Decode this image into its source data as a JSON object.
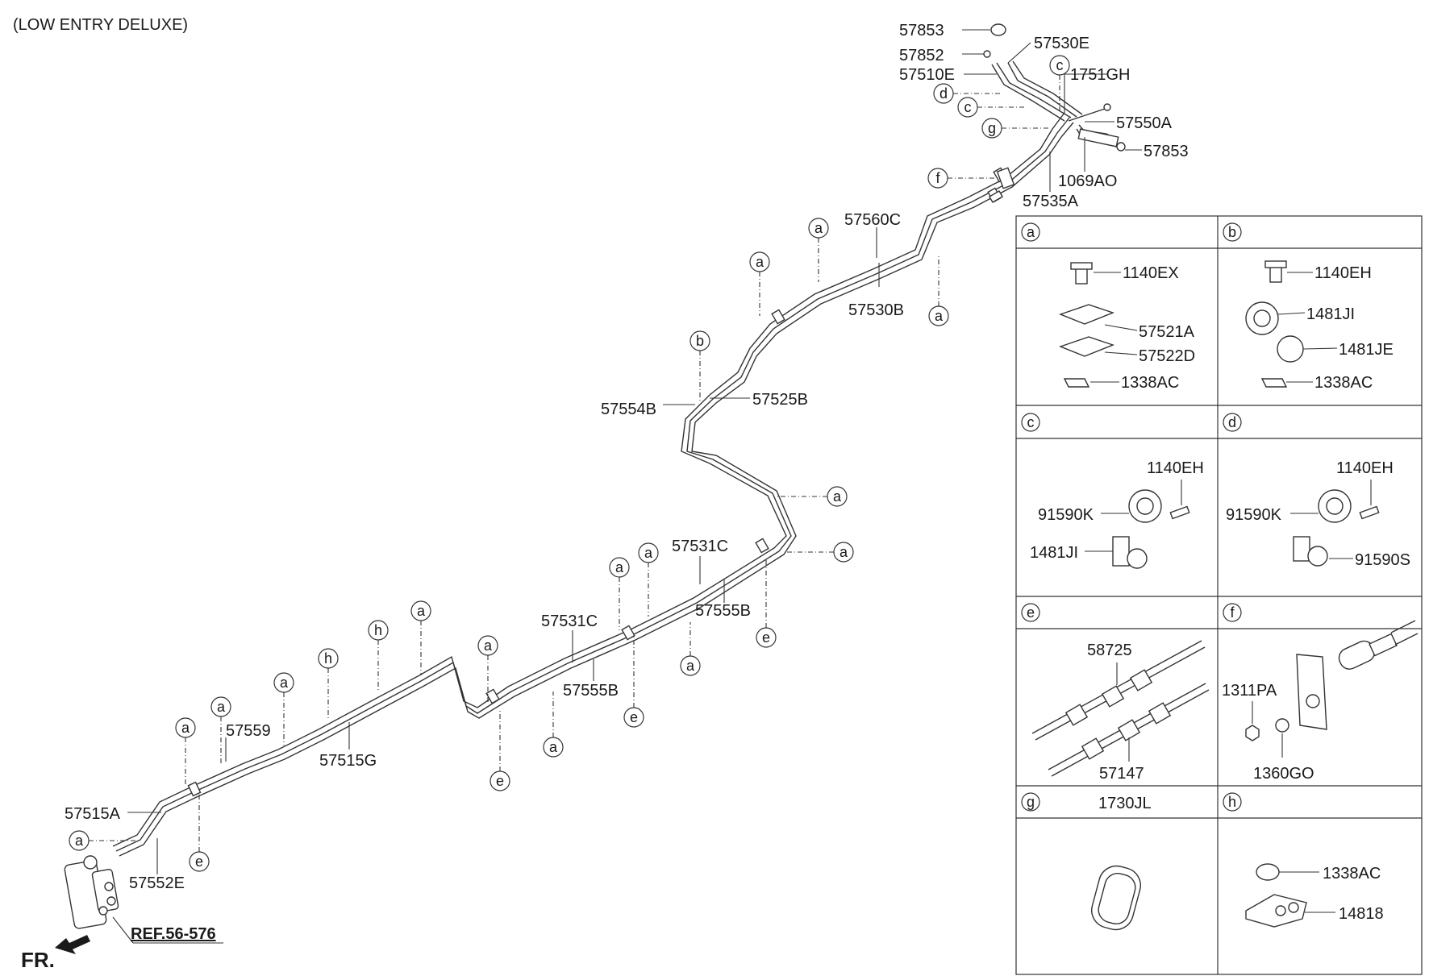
{
  "title": "(LOW ENTRY DELUXE)",
  "ref_label": "REF.56-576",
  "front_label": "FR.",
  "part_labels": {
    "p57853_top": "57853",
    "p57852": "57852",
    "p57530E": "57530E",
    "p57510E": "57510E",
    "p1751GH": "1751GH",
    "p57550A": "57550A",
    "p57853_right": "57853",
    "p1069AO": "1069AO",
    "p57535A": "57535A",
    "p57560C": "57560C",
    "p57530B": "57530B",
    "p57554B": "57554B",
    "p57525B": "57525B",
    "p57531C_upper": "57531C",
    "p57555B_upper": "57555B",
    "p57531C_lower": "57531C",
    "p57555B_lower": "57555B",
    "p57559": "57559",
    "p57515G": "57515G",
    "p57515A": "57515A",
    "p57552E": "57552E"
  },
  "callouts": {
    "a": "a",
    "b": "b",
    "c": "c",
    "d": "d",
    "e": "e",
    "f": "f",
    "g": "g",
    "h": "h"
  },
  "legend": {
    "a": {
      "letter": "a",
      "parts": [
        "1140EX",
        "57521A",
        "57522D",
        "1338AC"
      ]
    },
    "b": {
      "letter": "b",
      "parts": [
        "1140EH",
        "1481JI",
        "1481JE",
        "1338AC"
      ]
    },
    "c": {
      "letter": "c",
      "parts": [
        "1140EH",
        "91590K",
        "1481JI"
      ]
    },
    "d": {
      "letter": "d",
      "parts": [
        "1140EH",
        "91590K",
        "91590S"
      ]
    },
    "e": {
      "letter": "e",
      "parts": [
        "58725",
        "57147"
      ]
    },
    "f": {
      "letter": "f",
      "parts": [
        "1311PA",
        "1360GO"
      ]
    },
    "g": {
      "letter": "g",
      "parts": [
        "1730JL"
      ]
    },
    "h": {
      "letter": "h",
      "parts": [
        "1338AC",
        "14818"
      ]
    }
  }
}
